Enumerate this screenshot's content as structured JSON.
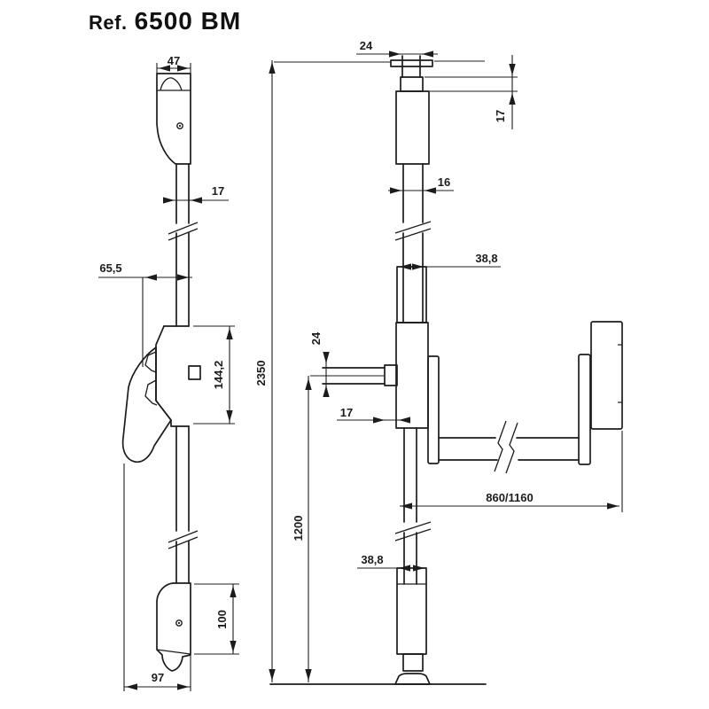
{
  "title": {
    "prefix": "Ref.",
    "model": "6500 BM"
  },
  "colors": {
    "ink": "#1c1c1c",
    "background": "#ffffff"
  },
  "left_view": {
    "dims": {
      "top_keeper_width": "47",
      "rod_width": "17",
      "pad_offset": "65,5",
      "case_height": "144,2",
      "bottom_keeper_height": "100",
      "bottom_width": "97"
    }
  },
  "right_view": {
    "dims": {
      "top_pin_width": "24",
      "top_adjuster_height": "17",
      "rod_width": "16",
      "upper_tube_width": "38,8",
      "spindle_height": "24",
      "spindle_backset": "17",
      "overall_height": "2350",
      "spindle_to_floor": "1200",
      "bar_length": "860/1160",
      "lower_tube_width": "38,8"
    }
  }
}
